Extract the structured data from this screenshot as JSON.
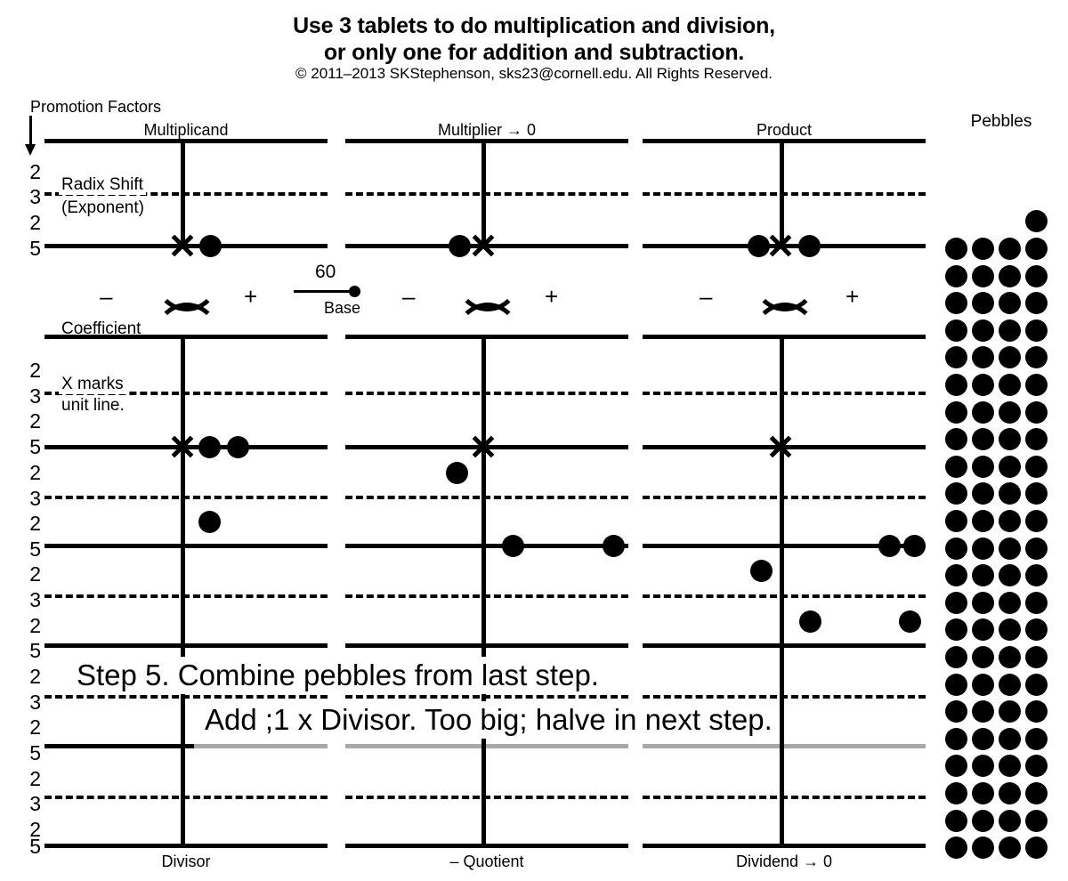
{
  "title": {
    "line1": "Use 3 tablets to do multiplication and division,",
    "line2": "or only one for addition and subtraction.",
    "copyright": "© 2011–2013 SKStephenson, sks23@cornell.edu. All Rights Reserved."
  },
  "labels": {
    "promotion_factors": "Promotion Factors",
    "pebbles": "Pebbles",
    "radix_shift": "Radix Shift",
    "exponent": "(Exponent)",
    "coefficient": "Coefficient",
    "x_marks_1": "X marks",
    "x_marks_2": "unit line.",
    "minus": "–",
    "plus": "+",
    "base_number": "60",
    "base_caption": "Base"
  },
  "tablets": {
    "top": [
      {
        "name": "multiplicand",
        "label": "Multiplicand"
      },
      {
        "name": "multiplier",
        "label": "Multiplier → 0"
      },
      {
        "name": "product",
        "label": "Product"
      }
    ],
    "bottom": [
      {
        "name": "divisor",
        "label": "Divisor"
      },
      {
        "name": "quotient",
        "label": "– Quotient"
      },
      {
        "name": "dividend",
        "label": "Dividend → 0"
      }
    ]
  },
  "row_labels": [
    "2",
    "3",
    "2",
    "5",
    "2",
    "3",
    "2",
    "5",
    "2",
    "3",
    "2",
    "5",
    "2",
    "3",
    "2",
    "5",
    "2",
    "3",
    "2",
    "5",
    "2",
    "3",
    "2",
    "5"
  ],
  "overlay": {
    "line1": "Step 5. Combine pebbles from last step.",
    "line2": "Add ;1 x Divisor. Too big; halve in next step."
  },
  "pebble_bank": {
    "columns": 4,
    "rows": 23,
    "extra_top_right": 1,
    "total": 93
  },
  "colors": {
    "ink": "#000000",
    "paper": "#ffffff",
    "occluded_line": "#a8a8a8"
  },
  "chart_data": {
    "type": "diagram",
    "title": "Counting board / abacus tablets for sexagesimal multiplication and division",
    "unit_line_label": "X marks unit line.",
    "base": 60,
    "promotion_factors": [
      2,
      3,
      2,
      5
    ],
    "tablet_columns": [
      "Multiplicand / Divisor",
      "Multiplier / – Quotient",
      "Product / Dividend"
    ],
    "pebble_placements": {
      "multiplicand_exponent": [
        {
          "line": "unit",
          "side": "right",
          "count": 1
        }
      ],
      "multiplier_exponent": [
        {
          "line": "unit",
          "side": "left",
          "count": 1
        }
      ],
      "product_exponent": [
        {
          "line": "unit",
          "side": "left",
          "count": 1
        },
        {
          "line": "unit",
          "side": "right",
          "count": 1
        }
      ],
      "divisor_coefficient": [
        {
          "line": "5-line-1",
          "side": "right",
          "count": 2
        },
        {
          "line": "space-2",
          "side": "right",
          "count": 1
        }
      ],
      "quotient_coefficient": [
        {
          "line": "space-above-3",
          "side": "left",
          "count": 1
        },
        {
          "line": "5-line-2",
          "side": "right",
          "count": 2
        }
      ],
      "dividend_coefficient": [
        {
          "line": "5-line-2",
          "side": "right",
          "count": 2
        },
        {
          "line": "space-below",
          "side": "left",
          "count": 1
        },
        {
          "line": "space-lower",
          "side": "both",
          "count": 2
        }
      ]
    }
  }
}
